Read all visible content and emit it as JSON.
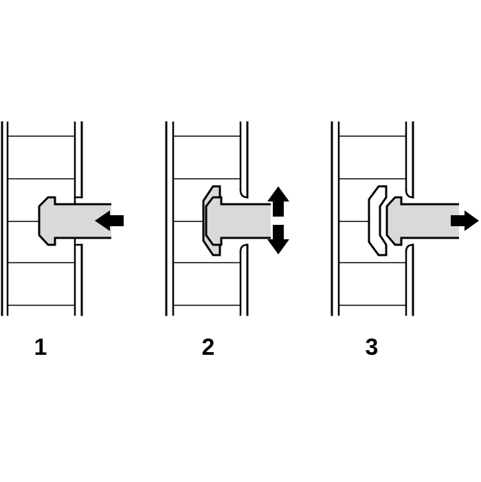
{
  "steps": [
    {
      "label": "1",
      "motion": "push-in"
    },
    {
      "label": "2",
      "motion": "expand"
    },
    {
      "label": "3",
      "motion": "pull-out"
    }
  ],
  "colors": {
    "ink": "#000000",
    "plug_fill": "#d9d9d9",
    "background": "#ffffff"
  },
  "icons": [
    "arrow-left-icon",
    "arrow-up-icon",
    "arrow-down-icon",
    "arrow-right-icon"
  ]
}
